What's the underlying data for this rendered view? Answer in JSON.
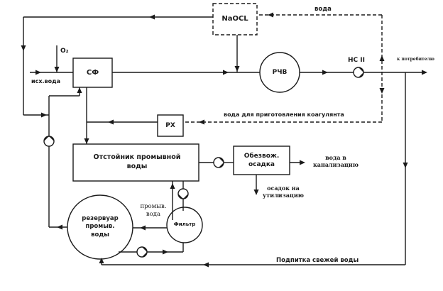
{
  "diagram": {
    "title": "Технологическая схема водоподготовки с повторным использованием промывной воды",
    "colors": {
      "line": "#1a1a1a",
      "background": "#ffffff"
    },
    "nodes": {
      "naocl": {
        "label": "NaOCL",
        "shape": "dashed-rectangle"
      },
      "sf": {
        "label": "СФ",
        "shape": "rectangle"
      },
      "rchv": {
        "label": "РЧВ",
        "shape": "circle"
      },
      "rx": {
        "label": "РХ",
        "shape": "rectangle"
      },
      "settler": {
        "label": "Отстойник промывной воды",
        "shape": "rectangle"
      },
      "dewater": {
        "label": "Обезвож. осадка",
        "shape": "rectangle"
      },
      "filter": {
        "label": "Фильтр",
        "shape": "circle"
      },
      "reservoir": {
        "label": "резервуар промыв. воды",
        "shape": "circle"
      },
      "pump_station": {
        "label": "НС II",
        "shape": "pump"
      }
    },
    "labels": {
      "o2": "O₂",
      "raw_water": "исх.вода",
      "water_top": "вода",
      "to_consumer": "к потребителю",
      "coagulant_water": "вода для приготовления коагулянта",
      "water_to_sewer": "вода в канализацию",
      "sludge_disposal": "осадок на утилизацию",
      "wash_water": "промыв. вода",
      "fresh_makeup": "Подпитка свежей воды"
    },
    "edges": [
      {
        "from": "raw_water",
        "to": "sf",
        "style": "solid"
      },
      {
        "from": "o2",
        "to": "raw_water_line",
        "style": "solid"
      },
      {
        "from": "sf",
        "to": "rchv",
        "style": "solid"
      },
      {
        "from": "naocl",
        "to": "rchv_inlet",
        "style": "solid"
      },
      {
        "from": "naocl",
        "to": "sf_bypass",
        "style": "solid"
      },
      {
        "from": "rchv",
        "to": "pump_station",
        "style": "solid"
      },
      {
        "from": "pump_station",
        "to": "to_consumer",
        "style": "solid"
      },
      {
        "from": "main_line",
        "to": "naocl",
        "label": "вода",
        "style": "dashed"
      },
      {
        "from": "main_line",
        "to": "rx",
        "label": "вода для приготовления коагулянта",
        "style": "dashed"
      },
      {
        "from": "rx",
        "to": "sf_line",
        "style": "solid"
      },
      {
        "from": "sf",
        "to": "settler",
        "style": "solid"
      },
      {
        "from": "settler",
        "to": "dewater",
        "style": "solid",
        "via": "pump"
      },
      {
        "from": "dewater",
        "to": "water_to_sewer",
        "style": "solid"
      },
      {
        "from": "dewater",
        "to": "sludge_disposal",
        "style": "solid"
      },
      {
        "from": "settler",
        "to": "filter",
        "style": "solid",
        "via": "pump"
      },
      {
        "from": "filter",
        "to": "settler",
        "label": "промыв. вода",
        "style": "solid"
      },
      {
        "from": "filter",
        "to": "reservoir",
        "style": "solid"
      },
      {
        "from": "reservoir",
        "to": "filter",
        "style": "solid",
        "via": "pump"
      },
      {
        "from": "reservoir",
        "to": "sf",
        "style": "solid",
        "via": "pump"
      },
      {
        "from": "consumer_line",
        "to": "reservoir",
        "label": "Подпитка свежей воды",
        "style": "solid"
      }
    ]
  }
}
